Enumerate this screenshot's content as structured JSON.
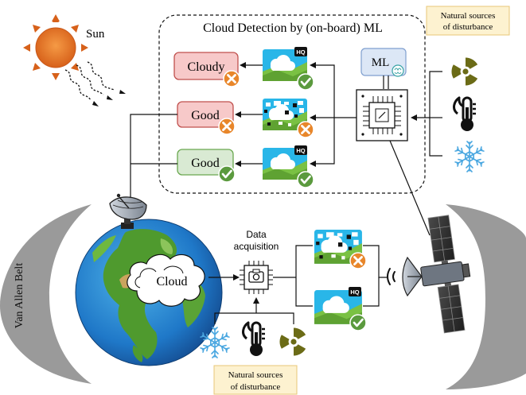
{
  "diagram": {
    "title": "Cloud Detection by (on-board) ML",
    "sun_label": "Sun",
    "natural_sources_top": [
      "Natural sources",
      "of disturbance"
    ],
    "natural_sources_bottom": [
      "Natural sources",
      "of disturbance"
    ],
    "ml_label": "ML",
    "hq_badge": "HQ",
    "results": [
      {
        "label": "Cloudy",
        "status": "bad"
      },
      {
        "label": "Good",
        "status": "bad"
      },
      {
        "label": "Good",
        "status": "ok"
      }
    ],
    "data_acquisition": [
      "Data",
      "acquisition"
    ],
    "cloud_label": "Cloud",
    "belt_label": "Van Allen Belt"
  },
  "colors": {
    "red_box_fill": "#f7c9c9",
    "red_box_stroke": "#c0504d",
    "green_box_fill": "#d9ead3",
    "green_box_stroke": "#6aa84f",
    "ok_badge": "#5b9a3e",
    "bad_badge": "#e8862a",
    "image_sky": "#29b6e8",
    "image_ground": "#7ac143",
    "natural_box_fill": "#fdf2d0",
    "natural_box_stroke": "#e8c777",
    "ml_box_fill": "#dce7f6",
    "ml_box_stroke": "#7f9fcf",
    "radiation": "#6b6b16",
    "thermometer": "#111111",
    "snowflake": "#4aa7e0",
    "belt": "#9a9a9a",
    "sun": "#e8761e"
  },
  "icons": [
    "sun-icon",
    "radiation-icon",
    "thermometer-icon",
    "snowflake-icon",
    "camera-chip-icon",
    "ml-chip-icon",
    "brain-icon",
    "satellite-icon",
    "ground-antenna-icon",
    "check-icon",
    "cross-icon",
    "earth-globe"
  ]
}
